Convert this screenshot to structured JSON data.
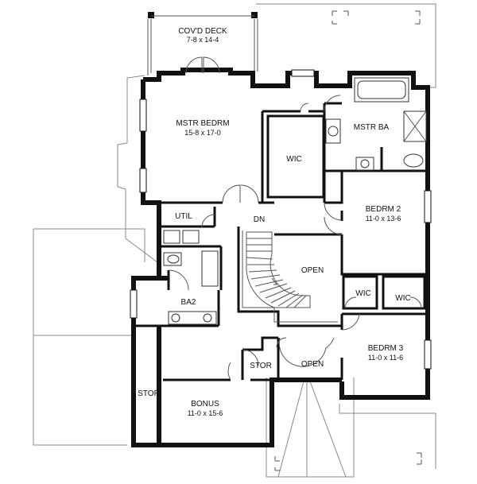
{
  "rooms": {
    "deck": {
      "name": "COV'D DECK",
      "dims": "7-8 x 14-4"
    },
    "master_bedroom": {
      "name": "MSTR BEDRM",
      "dims": "15-8 x 17-0"
    },
    "master_bath": {
      "name": "MSTR BA"
    },
    "master_closet": {
      "name": "WIC"
    },
    "bedroom2": {
      "name": "BEDRM 2",
      "dims": "11-0 x 13-6"
    },
    "utility": {
      "name": "UTIL"
    },
    "stair_down": {
      "name": "DN"
    },
    "open_upper": {
      "name": "OPEN"
    },
    "open_lower": {
      "name": "OPEN"
    },
    "bedroom2_closet": {
      "name": "WIC"
    },
    "bedroom3_closet": {
      "name": "WIC"
    },
    "bath2": {
      "name": "BA2"
    },
    "bedroom3": {
      "name": "BEDRM 3",
      "dims": "11-0 x 11-6"
    },
    "storage_small": {
      "name": "STOR"
    },
    "storage_left": {
      "name": "STOR"
    },
    "bonus": {
      "name": "BONUS",
      "dims": "11-0 x 15-6"
    }
  }
}
